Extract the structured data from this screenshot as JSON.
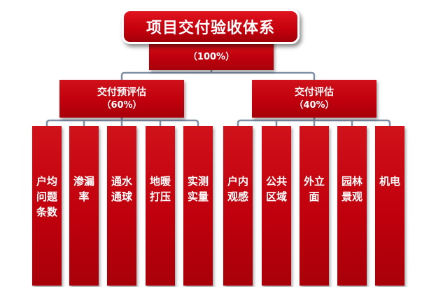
{
  "title": "项目交付验收体系",
  "root": {
    "label": "",
    "percent": "（100%）"
  },
  "groups": [
    {
      "label": "交付预评估",
      "percent": "（60%）",
      "items": [
        "户均问题条数",
        "渗漏率",
        "通水通球",
        "地暖打压",
        "实测实量"
      ]
    },
    {
      "label": "交付评估",
      "percent": "（40%）",
      "items": [
        "户内观感",
        "公共区域",
        "外立面",
        "园林景观",
        "机电"
      ]
    }
  ],
  "colors": {
    "box_red": "#c0000c",
    "connector": "#7f8fa6"
  }
}
